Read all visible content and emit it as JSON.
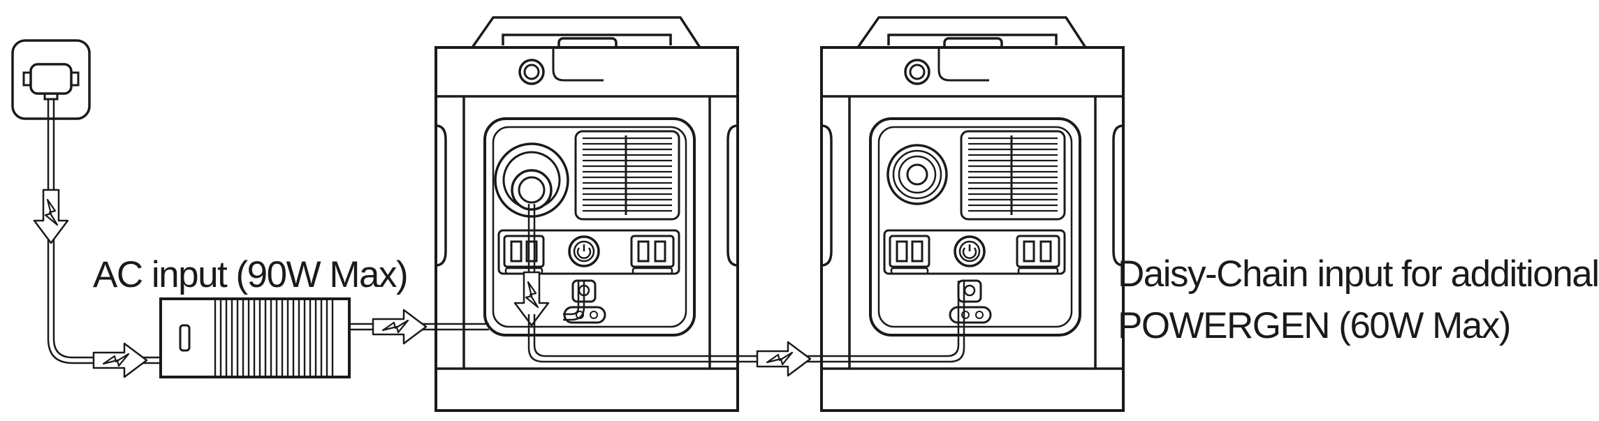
{
  "labels": {
    "ac_input": "AC input (90W Max)",
    "daisy_chain_line1": "Daisy-Chain input for additional",
    "daisy_chain_line2": "POWERGEN (60W Max)"
  },
  "colors": {
    "stroke": "#1a1a1a",
    "background": "#ffffff"
  },
  "icons": [
    "wall-outlet-icon",
    "power-adapter-icon",
    "power-station-icon",
    "energy-flow-arrow-icon",
    "power-button-icon",
    "ac-outlet-icon",
    "dc-input-port-icon",
    "fan-vent-icon"
  ]
}
